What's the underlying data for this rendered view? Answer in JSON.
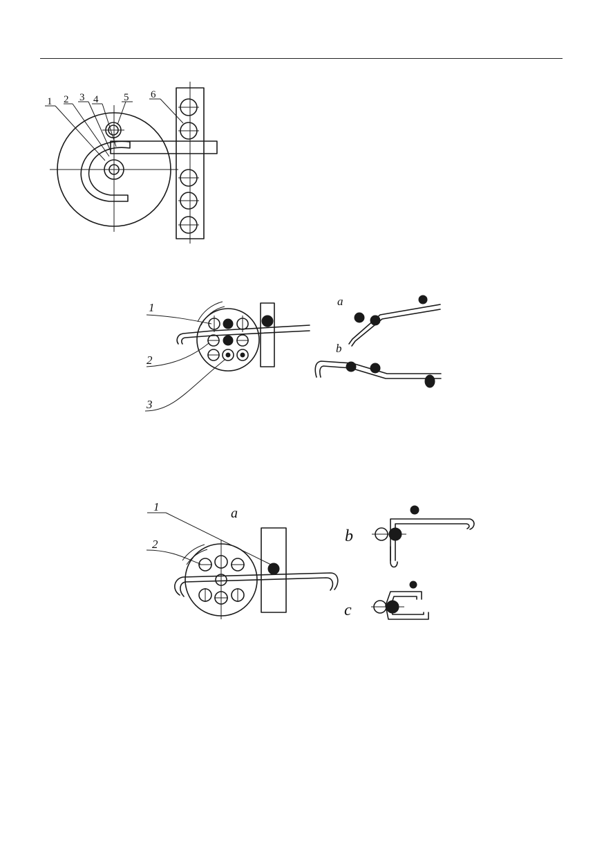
{
  "figure1": {
    "labels": [
      "1",
      "2",
      "3",
      "4",
      "5",
      "6"
    ]
  },
  "figure2": {
    "labels": [
      "1",
      "2",
      "3"
    ],
    "variant_labels": [
      "a",
      "b"
    ]
  },
  "figure3": {
    "labels": [
      "1",
      "2"
    ],
    "variant_labels": [
      "a",
      "b",
      "c"
    ]
  }
}
